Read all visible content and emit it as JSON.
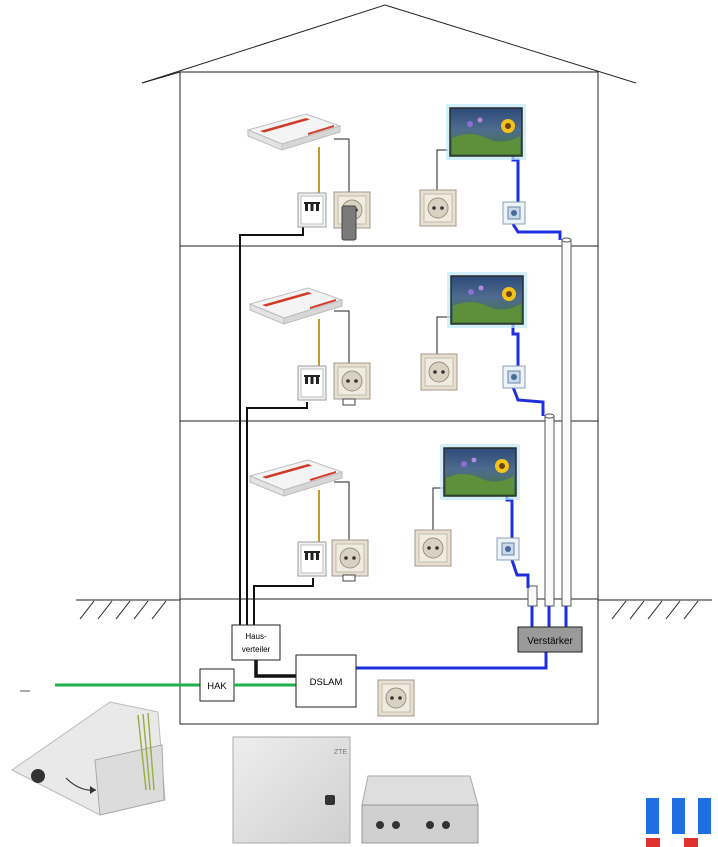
{
  "labels": {
    "hausverteiler_line1": "Haus-",
    "hausverteiler_line2": "verteiler",
    "hak": "HAK",
    "dslam": "DSLAM",
    "verstaerker": "Verstärker",
    "zte_brand": "ZTE"
  },
  "colors": {
    "coax": "#1f2fe0",
    "fiber": "#22b04a",
    "copper_tap": "#c9982a",
    "amplifier": "#9a9a9a",
    "tv_frame": "#7ccfe8",
    "router_stripe": "#d23a2a"
  },
  "icons": [
    "router-icon",
    "phone-socket-icon",
    "power-socket-icon",
    "tv-icon",
    "antenna-socket-icon",
    "fiber-box-icon",
    "outdoor-cabinet-icon",
    "logo-icon"
  ]
}
